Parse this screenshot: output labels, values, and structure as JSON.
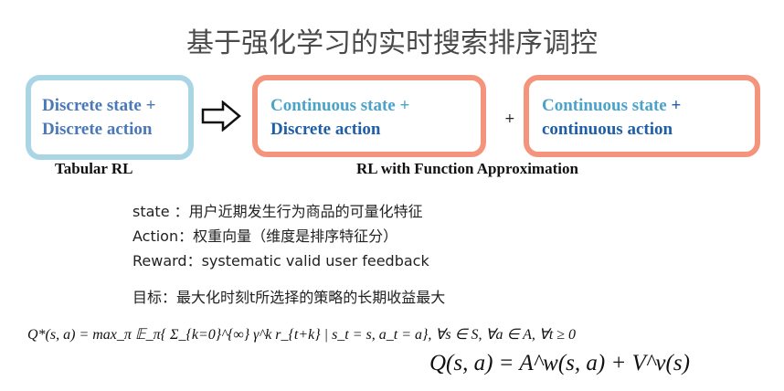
{
  "title": "基于强化学习的实时搜索排序调控",
  "boxes": [
    {
      "line1": "Discrete state +",
      "line2": "Discrete action"
    },
    {
      "line1": "Continuous state +",
      "line2": "Discrete action"
    },
    {
      "line1": "Continuous state",
      "line1_plus": "+",
      "line2": "continuous action"
    }
  ],
  "plus": "+",
  "labels": {
    "tabular": "Tabular RL",
    "function_approx": "RL with Function Approximation"
  },
  "bullets": [
    "state ：用户近期发生行为商品的可量化特征",
    "Action：权重向量（维度是排序特征分）",
    "Reward：systematic valid user feedback"
  ],
  "goal": "目标：最大化时刻t所选择的策略的长期收益最大",
  "formula1": "Q*(s, a) = max_π 𝔼_π{ Σ_{k=0}^{∞} γ^k r_{t+k} | s_t = s, a_t = a}, ∀s ∈ S, ∀a ∈ A, ∀t ≥ 0",
  "formula2": "Q(s, a) = A^w(s, a) + V^v(s)"
}
